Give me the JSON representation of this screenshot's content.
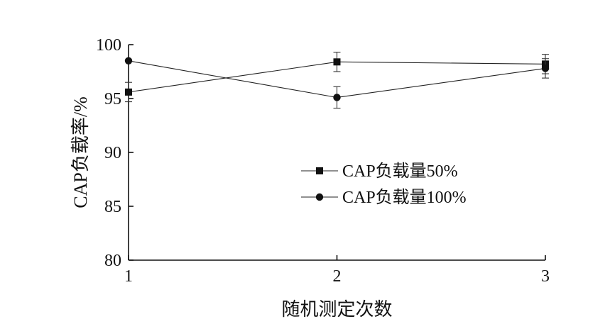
{
  "chart_data": {
    "type": "line",
    "x": [
      1,
      2,
      3
    ],
    "xticks": [
      "1",
      "2",
      "3"
    ],
    "yticks": [
      "80",
      "85",
      "90",
      "95",
      "100"
    ],
    "xlabel": "随机测定次数",
    "ylabel": "CAP负载率/%",
    "xlim": [
      1,
      3
    ],
    "ylim": [
      80,
      100
    ],
    "grid": false,
    "legend_position": "center-right",
    "series": [
      {
        "name": "CAP负载量50%",
        "marker": "square",
        "values": [
          95.6,
          98.4,
          98.2
        ],
        "error": [
          0.9,
          0.9,
          0.9
        ]
      },
      {
        "name": "CAP负载量100%",
        "marker": "circle",
        "values": [
          98.5,
          95.1,
          97.8
        ],
        "error": [
          0.0,
          1.0,
          0.9
        ]
      }
    ]
  },
  "colors": {
    "axis": "#111111",
    "series": "#111111"
  }
}
